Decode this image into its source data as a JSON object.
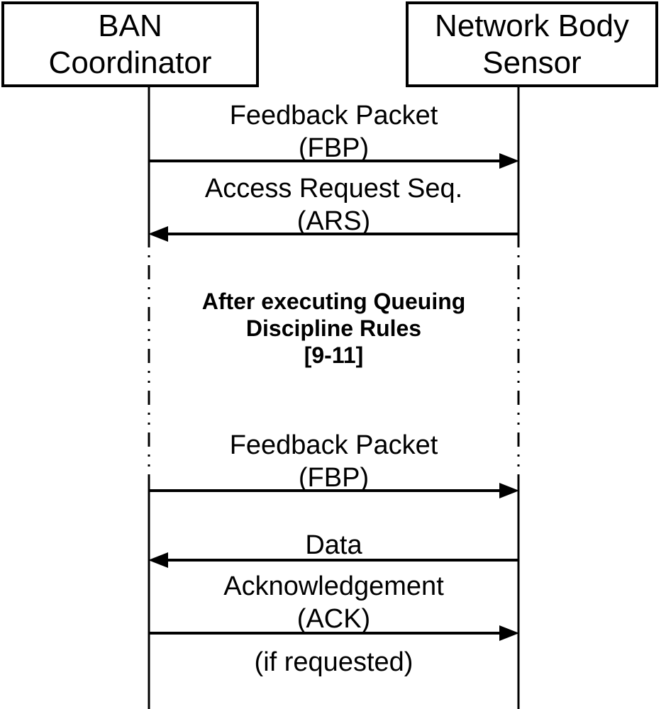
{
  "colors": {
    "background": "#ffffff",
    "line": "#000000",
    "text": "#000000"
  },
  "actors": [
    {
      "id": "ban-coordinator",
      "line1": "BAN",
      "line2": "Coordinator"
    },
    {
      "id": "network-body-sensor",
      "line1": "Network Body",
      "line2": "Sensor"
    }
  ],
  "messages": [
    {
      "line1": "Feedback Packet",
      "line2": "(FBP)",
      "direction": "right"
    },
    {
      "line1": "Access Request Seq.",
      "line2": "(ARS)",
      "direction": "left"
    },
    {
      "line1": "Feedback Packet",
      "line2": "(FBP)",
      "direction": "right"
    },
    {
      "line1": "Data",
      "direction": "left"
    },
    {
      "line1": "Acknowledgement",
      "line2": "(ACK)",
      "direction": "right"
    }
  ],
  "note": {
    "line1": "After executing Queuing",
    "line2": "Discipline Rules",
    "line3": "[9-11]"
  },
  "footnote": {
    "text": "(if requested)"
  }
}
